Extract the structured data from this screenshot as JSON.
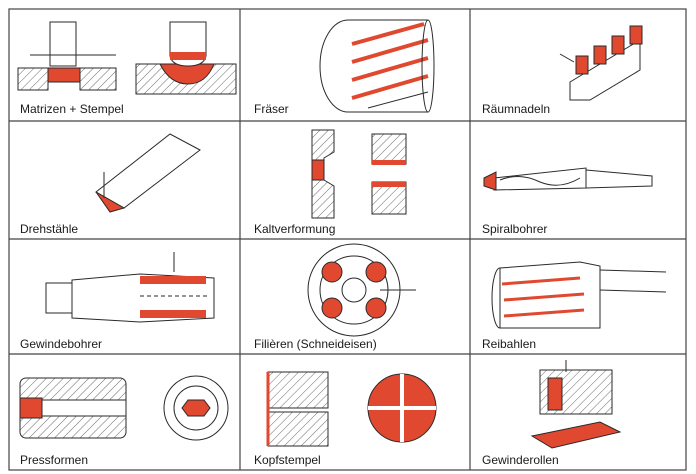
{
  "colors": {
    "accent": "#e0482f",
    "line": "#2a2a2a",
    "hatch": "#6b6b6b",
    "background": "#ffffff"
  },
  "cells": [
    {
      "label": "Matrizen + Stempel",
      "icon": "die-and-punch-icon"
    },
    {
      "label": "Fräser",
      "icon": "milling-cutter-icon"
    },
    {
      "label": "Räumnadeln",
      "icon": "broach-icon"
    },
    {
      "label": "Drehstähle",
      "icon": "turning-tool-icon"
    },
    {
      "label": "Kaltverformung",
      "icon": "cold-forming-icon"
    },
    {
      "label": "Spiralbohrer",
      "icon": "twist-drill-icon"
    },
    {
      "label": "Gewindebohrer",
      "icon": "tap-icon"
    },
    {
      "label": "Filièren (Schneideisen)",
      "icon": "threading-die-icon"
    },
    {
      "label": "Reibahlen",
      "icon": "reamer-icon"
    },
    {
      "label": "Pressformen",
      "icon": "press-mould-icon"
    },
    {
      "label": "Kopfstempel",
      "icon": "heading-punch-icon"
    },
    {
      "label": "Gewinderollen",
      "icon": "thread-rolling-icon"
    }
  ]
}
